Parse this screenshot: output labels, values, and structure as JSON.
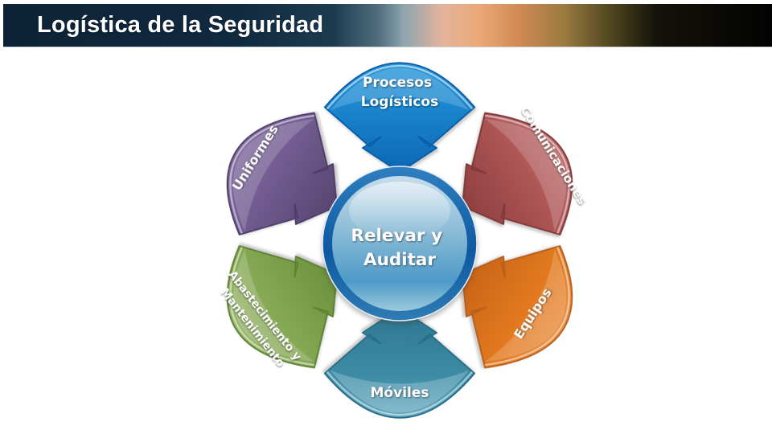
{
  "header": {
    "title": "Logística de la Seguridad",
    "text_color": "#ffffff",
    "gradient_stops": [
      "#0d2236 0%",
      "#102a40 30%",
      "#1d3b50 43%",
      "#53707f 49%",
      "#8ba4ae 52%",
      "#e3b49c 57%",
      "#eaa877 62%",
      "#d28a52 67%",
      "#9a7a40 73%",
      "#4f4620 79%",
      "#15120a 85%",
      "#020202 100%"
    ]
  },
  "center": {
    "lines": [
      "Relevar y",
      "Auditar"
    ],
    "ring_gradient": [
      "#2f7fc0",
      "#0e59a2",
      "#2e7cb5"
    ],
    "core_gradient": [
      "#c6dcea",
      "#8abbd6",
      "#4e9ac8",
      "#9ccadd"
    ],
    "text_color": "#ffffff"
  },
  "wedges": [
    {
      "name": "procesos-logisticos",
      "lines": [
        "Procesos",
        "Logísticos"
      ],
      "gradient": [
        "#3eaae4",
        "#1b87cf",
        "#0b66b2"
      ],
      "stroke": "#0a5ea8"
    },
    {
      "name": "comunicaciones",
      "lines": [
        "Comunicaciones"
      ],
      "gradient": [
        "#c98181",
        "#ae5656",
        "#8e3e3e"
      ],
      "stroke": "#833737"
    },
    {
      "name": "equipos",
      "lines": [
        "Equipos"
      ],
      "gradient": [
        "#f0a869",
        "#e2791f",
        "#c76317"
      ],
      "stroke": "#b85f1a"
    },
    {
      "name": "moviles",
      "lines": [
        "Móviles"
      ],
      "gradient": [
        "#8fc8da",
        "#3d8ca6",
        "#2d7590"
      ],
      "stroke": "#276e89"
    },
    {
      "name": "abastecimiento-mantenimiento",
      "lines": [
        "Abastecimiento y",
        "Mantenimiento"
      ],
      "gradient": [
        "#aec583",
        "#85a854",
        "#6b8f3c"
      ],
      "stroke": "#5d8232"
    },
    {
      "name": "uniformes",
      "lines": [
        "Uniformes"
      ],
      "gradient": [
        "#8f7aab",
        "#725c91",
        "#57456f"
      ],
      "stroke": "#4e3e6b"
    }
  ]
}
